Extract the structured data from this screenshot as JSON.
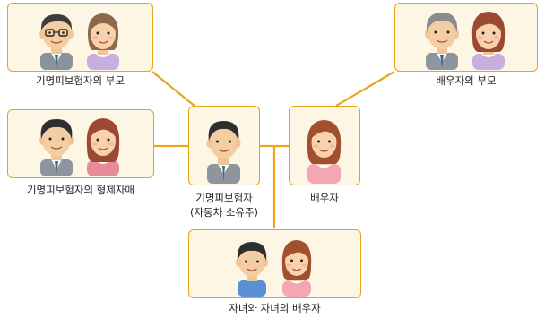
{
  "nodes": {
    "insured_parents": {
      "label": "기명피보험자의 부모"
    },
    "insured_siblings": {
      "label": "기명피보험자의 형제자매"
    },
    "insured": {
      "label_line1": "기명피보험자",
      "label_line2": "(자동차 소유주)"
    },
    "spouse": {
      "label": "배우자"
    },
    "spouse_parents": {
      "label": "배우자의 부모"
    },
    "children": {
      "label": "자녀와 자녀의 배우자"
    }
  },
  "colors": {
    "line": "#f0a21d",
    "box_border": "#e9a11a",
    "box_fill": "#fdf6e4"
  }
}
